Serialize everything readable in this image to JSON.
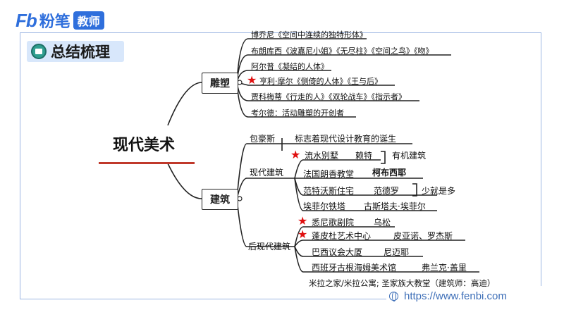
{
  "header": {
    "logo_mark": "Fb",
    "logo_text": "粉笔",
    "logo_badge": "教师"
  },
  "summary": {
    "title": "总结梳理"
  },
  "mindmap": {
    "root": "现代美术",
    "sculpture": {
      "label": "雕塑",
      "items": [
        "博乔尼《空间中连续的独特形体》",
        "布朗库西《波嘉尼小姐》《无尽柱》《空间之鸟》《吻》",
        "阿尔普《凝结的人体》",
        "亨利·摩尔《侧倚的人体》《王与后》",
        "贾科梅蒂《行走的人》《双轮战车》《指示者》",
        "考尔德：活动雕塑的开创者"
      ]
    },
    "architecture": {
      "label": "建筑",
      "bauhaus": {
        "name": "包豪斯",
        "desc": "标志着现代设计教育的诞生"
      },
      "modern": {
        "label": "现代建筑",
        "items": [
          {
            "work": "流水别墅",
            "architect": "赖特"
          },
          {
            "work": "法国朗香教堂",
            "architect": "柯布西耶"
          },
          {
            "work": "范特沃斯住宅",
            "architect": "范德罗"
          },
          {
            "work": "埃菲尔铁塔",
            "architect": "古斯塔夫·埃菲尔"
          }
        ],
        "note_organic": "有机建筑",
        "note_less": "少就是多"
      },
      "postmodern": {
        "label": "后现代建筑",
        "items": [
          {
            "work": "悉尼歌剧院",
            "architect": "乌松"
          },
          {
            "work": "蓬皮杜艺术中心",
            "architect": "皮亚诺、罗杰斯"
          },
          {
            "work": "巴西议会大厦",
            "architect": "尼迈耶"
          },
          {
            "work": "西班牙古根海姆美术馆",
            "architect": "弗兰克·盖里"
          }
        ]
      }
    },
    "star_glyph": "★"
  },
  "footer": {
    "note": "米拉之家/米拉公寓;  圣家族大教堂（建筑师：高迪）",
    "url": "https://www.fenbi.com"
  }
}
